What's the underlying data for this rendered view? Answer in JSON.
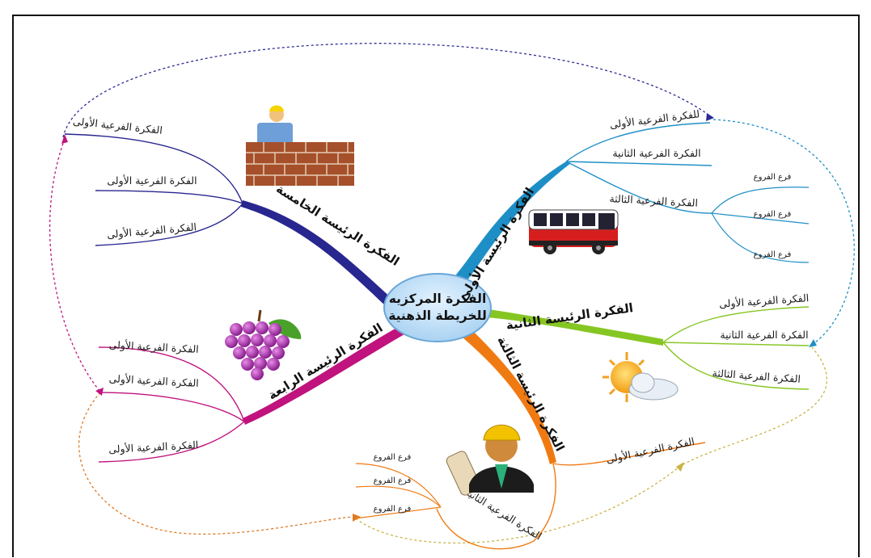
{
  "center": {
    "line1": "الفكرة المركزيه",
    "line2": "للخريطة الذهنية"
  },
  "branches": {
    "first": {
      "label": "الفكرة الرئيسة الأولى",
      "color": "#1e8fc6",
      "subs": [
        "للفكرة الفرعية الأولى",
        "الفكرة الفرعية الثانية",
        "الفكرة الفرعية الثالثة"
      ],
      "twigs": [
        "فرع الفروع",
        "فرع الفروع",
        "فرع الفروع"
      ],
      "icon": "bus-icon"
    },
    "second": {
      "label": "الفكرة الرئيسة الثانية",
      "color": "#86c623",
      "subs": [
        "الفكرة الفرعية الأولى",
        "الفكرة الفرعية الثانية",
        "الفكرة الفرعية الثالثة"
      ],
      "icon": "sun-cloud-icon"
    },
    "third": {
      "label": "الفكرة الرئيسة الثالثة",
      "color": "#f07a12",
      "subs": [
        "الفكرة الفرعية الأولى",
        "الفكرة الفرعية الثانية"
      ],
      "twigs": [
        "فرع الفروع",
        "فرع الفروع",
        "فرع الفروع"
      ],
      "icon": "engineer-icon"
    },
    "fourth": {
      "label": "الفكرة الرئيسة الرابعة",
      "color": "#c0137e",
      "subs": [
        "الفكرة الفرعية الأولى",
        "الفكرة الفرعية الأولى",
        "الفكرة الفرعية الأولى"
      ],
      "icon": "grapes-icon"
    },
    "fifth": {
      "label": "الفكرة الرئيسة الخامسة",
      "color": "#28268f",
      "subs": [
        "الفكرة الفرعية الأولى",
        "الفكرة الفرعية الأولى",
        "الفكرة الفرعية الأولى"
      ],
      "icon": "builder-wall-icon"
    }
  }
}
